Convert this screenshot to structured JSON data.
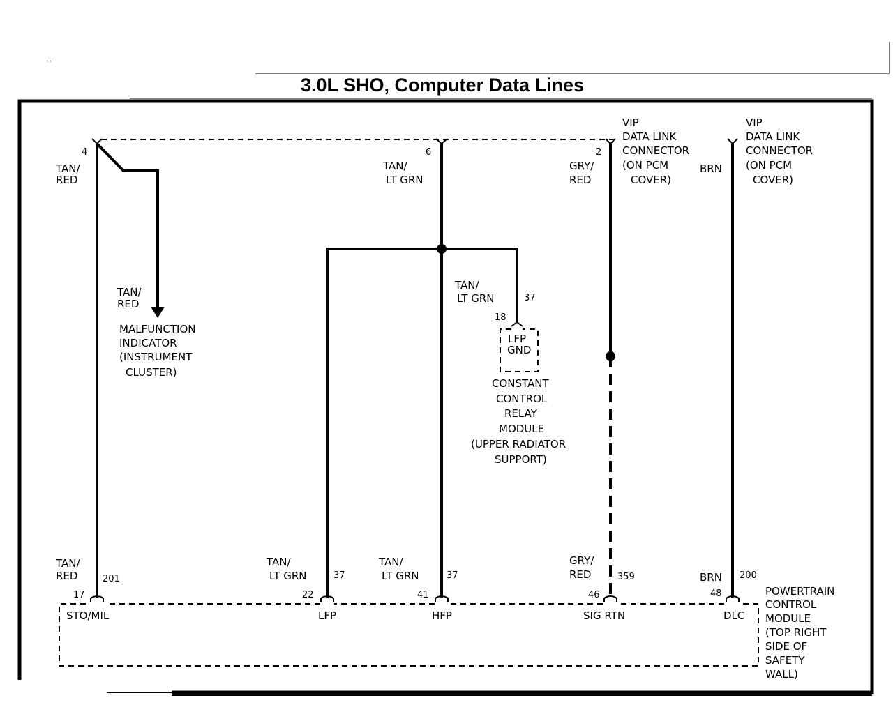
{
  "title": "3.0L SHO, Computer Data Lines",
  "corner_mark": "``",
  "top_circuits": {
    "c1": {
      "pin": "4",
      "color_line1": "TAN/",
      "color_line2": "RED"
    },
    "c2": {
      "pin": "6",
      "color_line1": "TAN/",
      "color_line2": "LT GRN"
    },
    "c3": {
      "pin": "2",
      "color_line1": "GRY/",
      "color_line2": "RED"
    },
    "c4": {
      "color": "BRN"
    }
  },
  "vip_connector": {
    "line1": "VIP",
    "line2": "DATA LINK",
    "line3": "CONNECTOR",
    "line4": "(ON PCM",
    "line5": "COVER)"
  },
  "malfunction": {
    "color_line1": "TAN/",
    "color_line2": "RED",
    "line1": "MALFUNCTION",
    "line2": "INDICATOR",
    "line3": "(INSTRUMENT",
    "line4": "CLUSTER)"
  },
  "relay": {
    "wire_color_line1": "TAN/",
    "wire_color_line2": "LT GRN",
    "circuit": "37",
    "pin": "18",
    "inner_line1": "LFP",
    "inner_line2": "GND",
    "name_line1": "CONSTANT",
    "name_line2": "CONTROL",
    "name_line3": "RELAY",
    "name_line4": "MODULE",
    "name_line5": "(UPPER RADIATOR",
    "name_line6": "SUPPORT)"
  },
  "pcm": {
    "line1": "POWERTRAIN",
    "line2": "CONTROL",
    "line3": "MODULE",
    "line4": "(TOP RIGHT",
    "line5": "SIDE OF",
    "line6": "SAFETY",
    "line7": "WALL)",
    "terminals": [
      {
        "color_line1": "TAN/",
        "color_line2": "RED",
        "circuit": "201",
        "pin": "17",
        "name": "STO/MIL"
      },
      {
        "color_line1": "TAN/",
        "color_line2": "LT GRN",
        "circuit": "37",
        "pin": "22",
        "name": "LFP"
      },
      {
        "color_line1": "TAN/",
        "color_line2": "LT GRN",
        "circuit": "37",
        "pin": "41",
        "name": "HFP"
      },
      {
        "color_line1": "GRY/",
        "color_line2": "RED",
        "circuit": "359",
        "pin": "46",
        "name": "SIG RTN"
      },
      {
        "color_line1": "BRN",
        "color_line2": "",
        "circuit": "200",
        "pin": "48",
        "name": "DLC"
      }
    ]
  }
}
